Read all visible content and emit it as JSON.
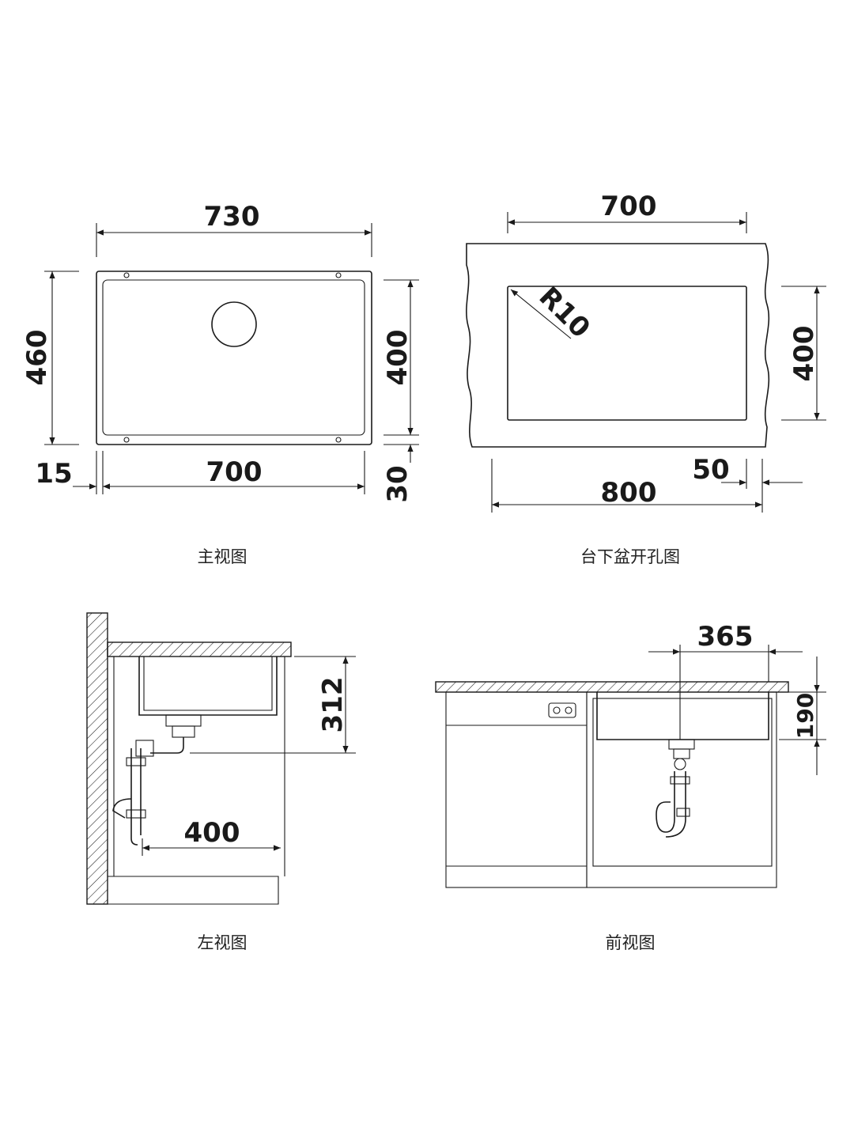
{
  "colors": {
    "ink": "#1a1a1a",
    "background": "#ffffff"
  },
  "views": {
    "main": {
      "caption": "主视图",
      "overall_width": "730",
      "inner_width": "700",
      "overall_depth": "460",
      "inner_depth": "400",
      "flange": "15",
      "bottom_offset": "30"
    },
    "cutout": {
      "caption": "台下盆开孔图",
      "cut_width": "700",
      "radius": "R10",
      "cut_depth": "400",
      "cabinet_width": "800",
      "margin": "50"
    },
    "side": {
      "caption": "左视图",
      "depth_height": "312",
      "drain_offset": "400"
    },
    "front": {
      "caption": "前视图",
      "drain_offset": "365",
      "bowl_depth": "190"
    }
  }
}
